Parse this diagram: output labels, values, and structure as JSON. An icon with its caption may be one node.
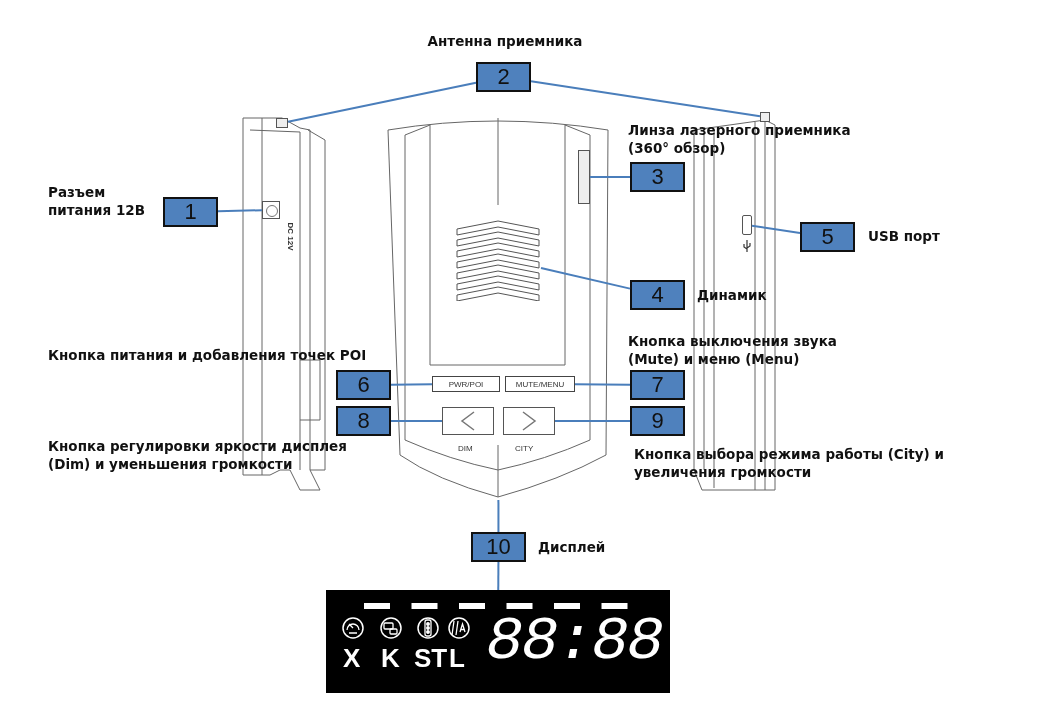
{
  "diagram": {
    "nodes": [
      {
        "text": [
          "1"
        ],
        "beside": [
          "Разъем питания 12В"
        ]
      },
      {
        "text": [],
        "shape": "box"
      },
      {
        "text": [
          "2"
        ],
        "beside": [
          "Антенна приемника"
        ]
      },
      {
        "text": [],
        "shape": "bar"
      },
      {
        "text": [],
        "shape": "bar"
      },
      {
        "text": [],
        "shape": "picture"
      },
      {
        "text": [
          "3"
        ],
        "beside": [
          "Линза лазерного приемника (360° обзор)"
        ]
      },
      {
        "text": [],
        "shape": "bar",
        "in": 5
      },
      {
        "text": [
          "4"
        ],
        "beside": [
          "Динамик"
        ]
      },
      {
        "text": [],
        "shape": "picture",
        "in": 5
      },
      {
        "text": [
          "5"
        ],
        "beside": [
          "USB порт"
        ]
      },
      {
        "text": [],
        "shape": "box"
      },
      {
        "text": [
          "6"
        ],
        "beside": [
          "Кнопка питания и добавления точек POI"
        ]
      },
      {
        "text": [
          "PWR/POI"
        ],
        "in": 5
      },
      {
        "text": [
          "7"
        ],
        "beside": [
          "Кнопка выключения звука (Mute) и меню (Menu)"
        ]
      },
      {
        "text": [
          "MUTE/MENU"
        ],
        "in": 5
      },
      {
        "text": [
          "8"
        ],
        "beside": [
          "Кнопка регулировки яркости дисплея (Dim) и уменьшения громкости"
        ]
      },
      {
        "text": [],
        "shape": "box",
        "in": 5
      },
      {
        "text": [
          "9"
        ],
        "beside": [
          "Кнопка выбора режима работы (City) и увеличения громкости"
        ]
      },
      {
        "text": [],
        "shape": "box",
        "in": 5
      },
      {
        "text": [
          "10"
        ],
        "beside": [
          "Дисплей"
        ]
      },
      {
        "text": [
          "X",
          "K",
          "ST",
          "L",
          "88:88"
        ]
      }
    ],
    "edges": [
      {
        "from": 0,
        "to": 1,
        "arrow": "none"
      },
      {
        "from": 2,
        "to": 3,
        "arrow": "none"
      },
      {
        "from": 2,
        "to": 4,
        "arrow": "none"
      },
      {
        "from": 6,
        "to": 7,
        "arrow": "none"
      },
      {
        "from": 8,
        "to": 9,
        "arrow": "none"
      },
      {
        "from": 10,
        "to": 11,
        "arrow": "none"
      },
      {
        "from": 12,
        "to": 13,
        "arrow": "none"
      },
      {
        "from": 14,
        "to": 15,
        "arrow": "none"
      },
      {
        "from": 16,
        "to": 17,
        "arrow": "none"
      },
      {
        "from": 18,
        "to": 19,
        "arrow": "none"
      },
      {
        "from": 20,
        "to": 5,
        "arrow": "none"
      },
      {
        "from": 20,
        "to": 21,
        "arrow": "none"
      }
    ],
    "labels": [
      "DC 12V",
      "DIM",
      "CITY"
    ]
  }
}
